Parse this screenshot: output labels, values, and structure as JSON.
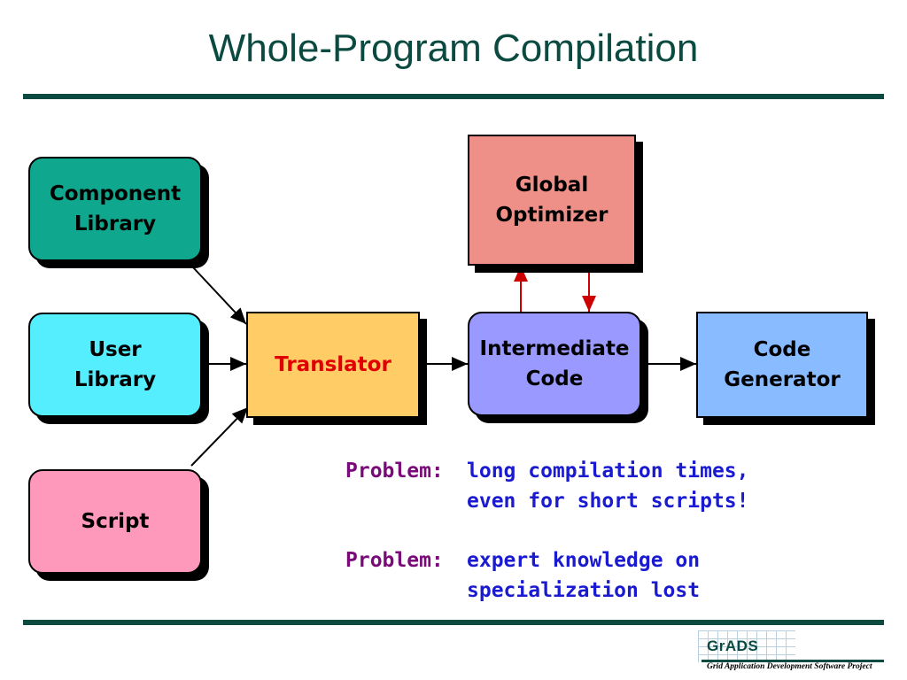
{
  "title": "Whole-Program Compilation",
  "nodes": {
    "component_library": {
      "lines": [
        "Component",
        "Library"
      ],
      "color": "#0fa88f"
    },
    "user_library": {
      "lines": [
        "User",
        "Library"
      ],
      "color": "#55eeff"
    },
    "script": {
      "lines": [
        "Script"
      ],
      "color": "#ff99bb"
    },
    "translator": {
      "lines": [
        "Translator"
      ],
      "color": "#ffcc66",
      "text_color": "#e00000"
    },
    "global_optimizer": {
      "lines": [
        "Global",
        "Optimizer"
      ],
      "color": "#ee8f88"
    },
    "intermediate_code": {
      "lines": [
        "Intermediate",
        "Code"
      ],
      "color": "#9999ff"
    },
    "code_generator": {
      "lines": [
        "Code",
        "Generator"
      ],
      "color": "#88bbff"
    }
  },
  "notes": [
    {
      "label": "Problem:",
      "lines": [
        "long compilation times,",
        "even for short scripts!"
      ]
    },
    {
      "label": "Problem:",
      "lines": [
        "expert knowledge on",
        "specialization lost"
      ]
    }
  ],
  "logo": {
    "name": "GrADS",
    "subtitle": "Grid Application Development Software Project"
  },
  "colors": {
    "title": "#0b4a40",
    "rule": "#0b4a40",
    "problem_label": "#7a0a7a",
    "problem_text": "#1a1ad0",
    "feedback_arrow": "#cc0000"
  }
}
